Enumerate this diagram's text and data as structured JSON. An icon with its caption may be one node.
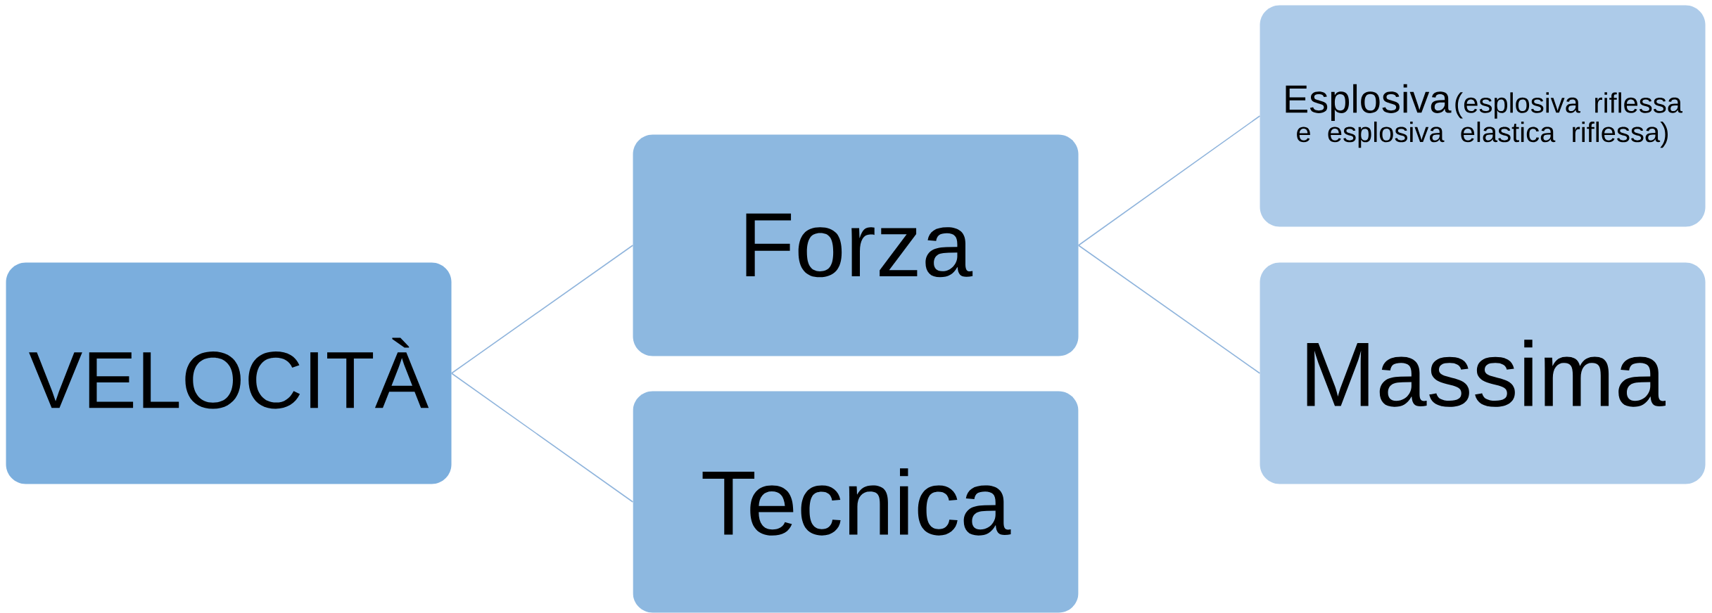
{
  "diagram": {
    "nodes": [
      {
        "text": [
          "VELOCITÀ"
        ]
      },
      {
        "text": [
          "Forza"
        ]
      },
      {
        "text": [
          "Tecnica"
        ]
      },
      {
        "text": [
          "Esplosiva",
          "(esplosiva riflessa e esplosiva elastica riflessa)"
        ]
      },
      {
        "text": [
          "Massima"
        ]
      }
    ],
    "edges": [
      {
        "from": 0,
        "to": 1,
        "arrow": "none"
      },
      {
        "from": 0,
        "to": 2,
        "arrow": "none"
      },
      {
        "from": 1,
        "to": 3,
        "arrow": "none"
      },
      {
        "from": 1,
        "to": 4,
        "arrow": "none"
      }
    ]
  }
}
